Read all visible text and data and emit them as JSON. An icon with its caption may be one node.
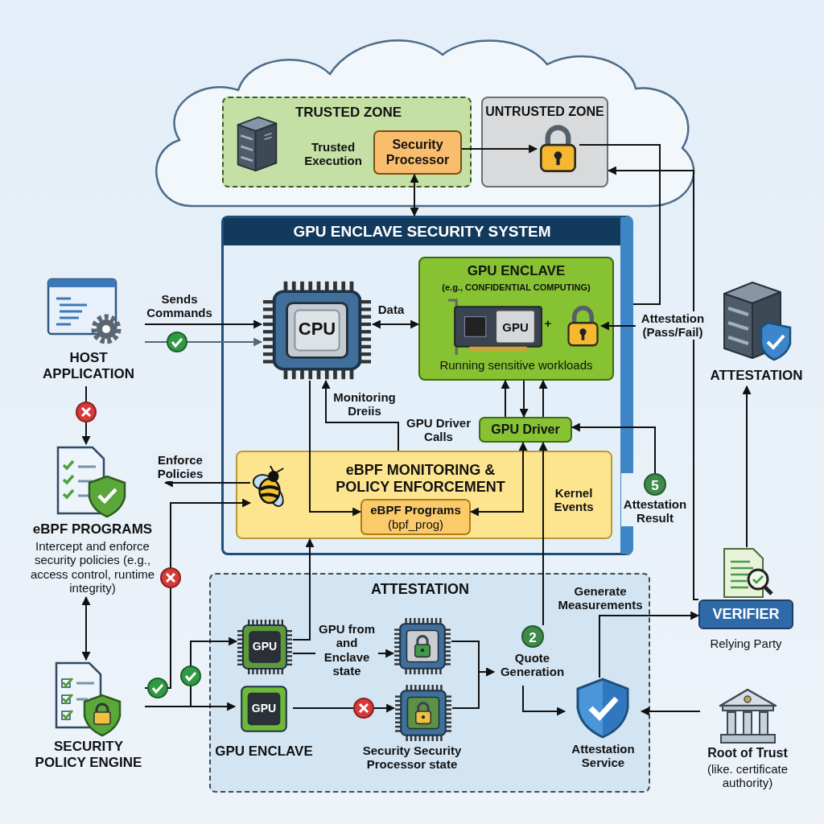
{
  "diagram": {
    "nodes": [
      {
        "text": [],
        "shape": "cloud"
      },
      {
        "text": [
          "TRUSTED ZONE",
          "Trusted Execution"
        ],
        "in": 0
      },
      {
        "text": [
          "Security Processor"
        ],
        "in": 1
      },
      {
        "text": [
          "UNTRUSTED ZONE"
        ],
        "in": 0
      },
      {
        "text": [],
        "shape": "picture",
        "in": 3
      },
      {
        "text": [
          "GPU ENCLAVE SECURITY SYSTEM"
        ]
      },
      {
        "text": [
          "CPU"
        ],
        "in": 5
      },
      {
        "text": [
          "GPU ENCLAVE",
          "(e.g., CONFIDENTIAL COMPUTING)",
          "Running sensitive workloads"
        ],
        "in": 5
      },
      {
        "text": [
          "GPU"
        ],
        "in": 7
      },
      {
        "text": [],
        "shape": "picture",
        "in": 7
      },
      {
        "text": [
          "GPU Driver"
        ],
        "in": 5
      },
      {
        "text": [
          "eBPF MONITORING & POLICY ENFORCEMENT"
        ],
        "in": 5
      },
      {
        "text": [],
        "shape": "picture",
        "in": 11
      },
      {
        "text": [
          "eBPF Programs",
          "(bpf_prog)"
        ],
        "in": 11
      },
      {
        "text": [
          "HOST APPLICATION"
        ]
      },
      {
        "text": [
          "eBPF PROGRAMS",
          "Intercept and enforce security policies (e.g., access control, runtime integrity)"
        ]
      },
      {
        "text": [
          "SECURITY POLICY ENGINE"
        ]
      },
      {
        "text": [
          "ATTESTATION"
        ]
      },
      {
        "text": [
          "GPU"
        ],
        "in": 17
      },
      {
        "text": [
          "GPU"
        ],
        "beside": [
          "GPU ENCLAVE"
        ],
        "in": 17
      },
      {
        "text": [],
        "shape": "picture",
        "in": 17
      },
      {
        "text": [],
        "shape": "picture",
        "beside": [
          "Security Security Processor state"
        ],
        "in": 17
      },
      {
        "text": [
          "2",
          "Quote Generation"
        ],
        "in": 17
      },
      {
        "text": [
          "Attestation Service"
        ],
        "in": 17
      },
      {
        "text": [
          "ATTESTATION"
        ]
      },
      {
        "text": [
          "VERIFIER"
        ],
        "beside": [
          "Relying Party"
        ]
      },
      {
        "text": [
          "Root of Trust",
          "(like. certificate authority)"
        ]
      },
      {
        "text": [
          "5",
          "Attestation Result"
        ]
      }
    ],
    "edges": [
      {
        "from": 2,
        "to": 4,
        "arrow": "to"
      },
      {
        "from": 2,
        "to": 5,
        "arrow": "both"
      },
      {
        "from": 4,
        "to": 5,
        "arrow": "none"
      },
      {
        "from": 25,
        "to": 3,
        "arrow": "to"
      },
      {
        "from": 24,
        "to": 9,
        "arrow": "to",
        "label": "Attestation (Pass/Fail)"
      },
      {
        "from": 14,
        "to": 6,
        "arrow": "to",
        "label": "Sends Commands"
      },
      {
        "from": 14,
        "to": 6,
        "arrow": "to",
        "color": "#4f6b73"
      },
      {
        "from": 6,
        "to": 7,
        "arrow": "both",
        "label": "Data"
      },
      {
        "from": 6,
        "to": 13,
        "arrow": "to"
      },
      {
        "from": 11,
        "to": 6,
        "arrow": "to",
        "label": "Monitoring Dreiis"
      },
      {
        "from": 10,
        "to": 7,
        "arrow": "to"
      },
      {
        "from": 7,
        "to": 10,
        "arrow": "to"
      },
      {
        "from": 10,
        "to": 7,
        "arrow": "to"
      },
      {
        "from": 10,
        "to": 13,
        "arrow": "both"
      },
      {
        "from": 22,
        "to": 10,
        "arrow": "to",
        "label": "Kernel Events"
      },
      {
        "from": 27,
        "to": 10,
        "arrow": "to"
      },
      {
        "from": 14,
        "to": 15,
        "arrow": "to"
      },
      {
        "from": 12,
        "to": 15,
        "arrow": "to",
        "label": "Enforce Policies"
      },
      {
        "from": 16,
        "to": 12,
        "arrow": "to"
      },
      {
        "from": 15,
        "to": 16,
        "arrow": "both"
      },
      {
        "from": 16,
        "to": 19,
        "arrow": "to"
      },
      {
        "from": 16,
        "to": 18,
        "arrow": "to"
      },
      {
        "from": 18,
        "to": 11,
        "arrow": "to"
      },
      {
        "from": 18,
        "to": 20,
        "arrow": "to",
        "label": "GPU from and Enclave state"
      },
      {
        "from": 19,
        "to": 21,
        "arrow": "to"
      },
      {
        "from": 20,
        "to": 22,
        "arrow": "to"
      },
      {
        "from": 21,
        "to": 22,
        "arrow": "to"
      },
      {
        "from": 22,
        "to": 23,
        "arrow": "to"
      },
      {
        "from": 23,
        "to": 25,
        "arrow": "to",
        "label": "Generate Measurements"
      },
      {
        "from": 26,
        "to": 23,
        "arrow": "to"
      },
      {
        "from": 25,
        "to": 24,
        "arrow": "to"
      }
    ],
    "labels": [
      "+",
      "GPU Driver Calls"
    ]
  }
}
